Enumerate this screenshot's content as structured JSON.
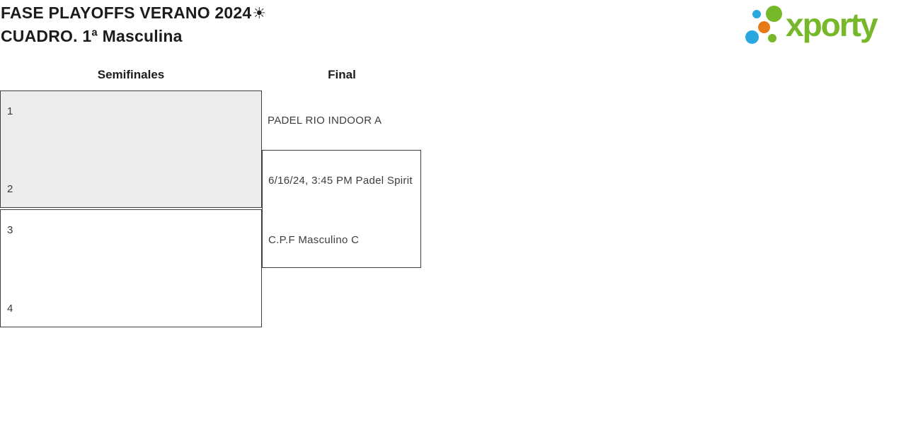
{
  "page": {
    "title_line1": "FASE PLAYOFFS VERANO 2024",
    "title_sun": "☀",
    "title_line2": "CUADRO. 1ª Masculina"
  },
  "logo": {
    "wordmark": "xporty",
    "wordmark_color": "#76b82a",
    "dots": [
      {
        "name": "blue-small",
        "color": "#29a8e0"
      },
      {
        "name": "green-large",
        "color": "#76b82a"
      },
      {
        "name": "orange",
        "color": "#e87a16"
      },
      {
        "name": "blue-large",
        "color": "#29a8e0"
      },
      {
        "name": "green-small",
        "color": "#76b82a"
      }
    ]
  },
  "bracket": {
    "colors": {
      "box_border": "#3e3e3e",
      "highlighted_box_fill": "#ededed",
      "text": "#3d3d3d"
    },
    "rounds": [
      {
        "label": "Semifinales"
      },
      {
        "label": "Final"
      }
    ],
    "semifinal_1": {
      "slot_top": "1",
      "slot_bottom": "2"
    },
    "semifinal_2": {
      "slot_top": "3",
      "slot_bottom": "4"
    },
    "final": {
      "top_participant": "PADEL RIO INDOOR A",
      "match_info": "6/16/24, 3:45 PM Padel Spirit",
      "bottom_participant": "C.P.F Masculino C"
    }
  }
}
